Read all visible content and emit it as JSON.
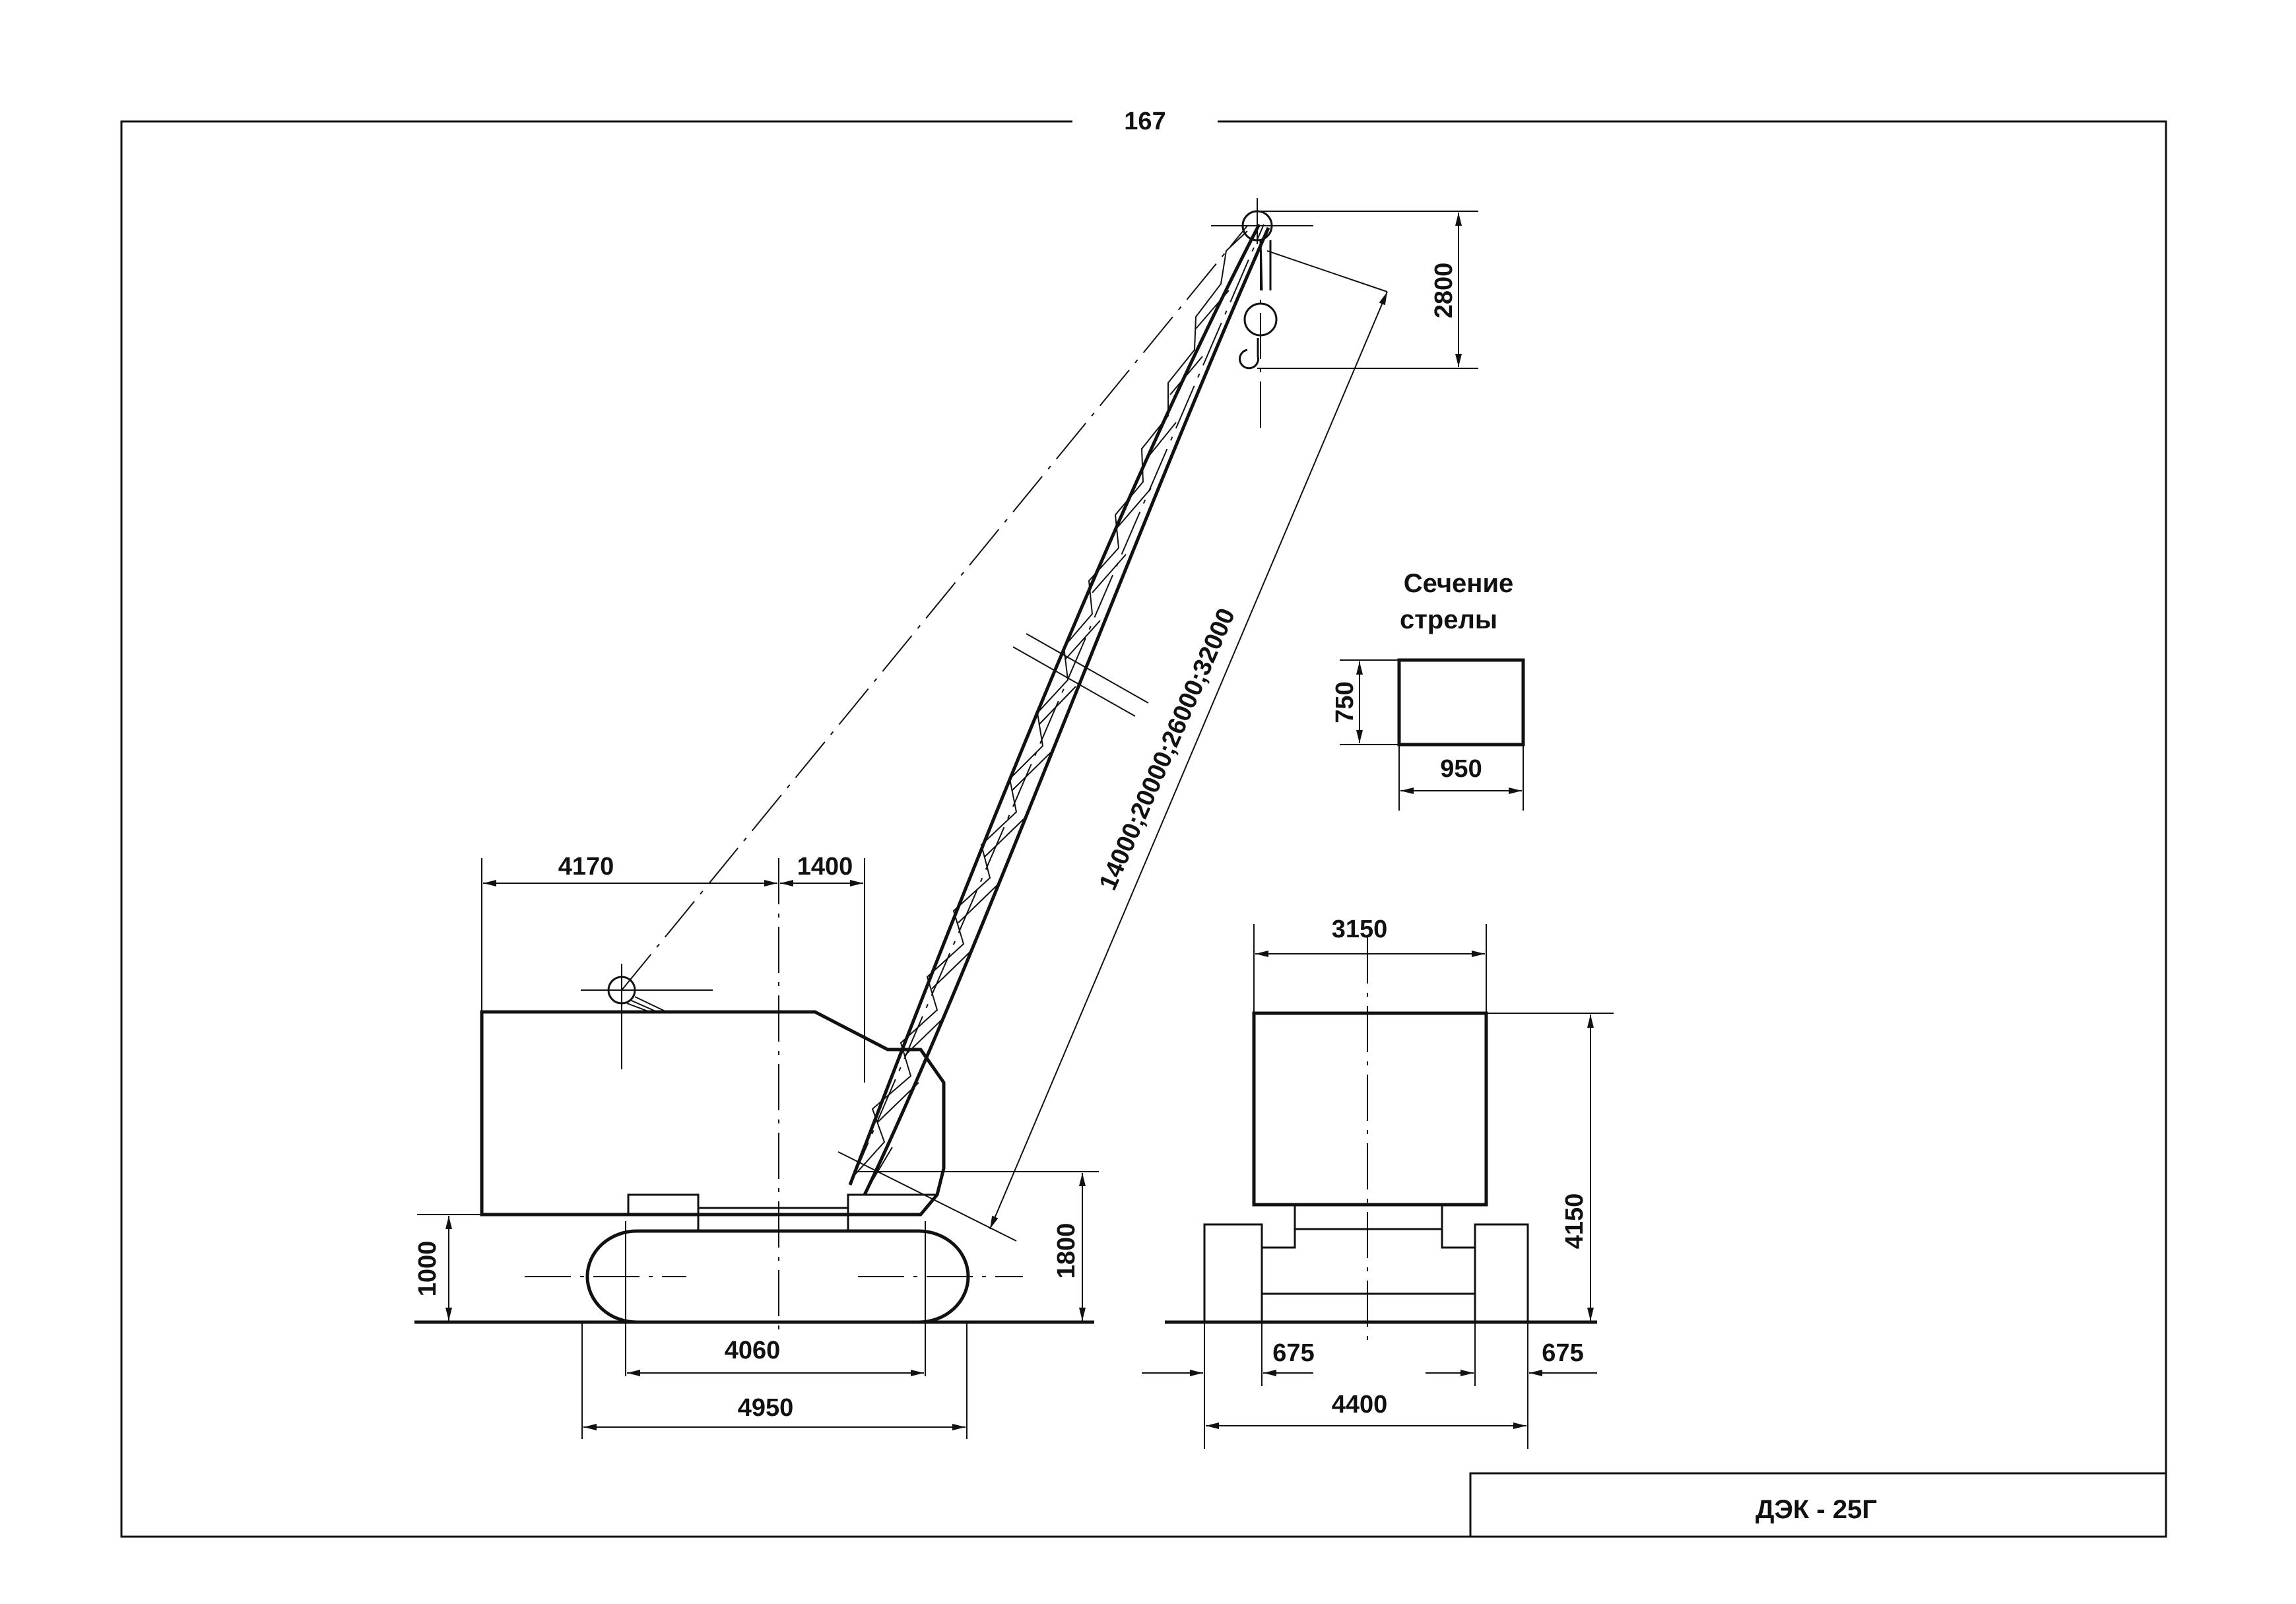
{
  "page_number": "167",
  "title_block": {
    "model": "ДЭК - 25Г"
  },
  "section_label": {
    "line1": "Сечение",
    "line2": "стрелы"
  },
  "dimensions": {
    "boom_length": "14000;20000;26000;32000",
    "hook_height": "2800",
    "rear_radius": "4170",
    "front_offset": "1400",
    "track_height": "1000",
    "boom_pivot_height": "1800",
    "track_base": "4060",
    "track_length": "4950",
    "front_width": "3150",
    "front_height": "4150",
    "track_width_left": "675",
    "track_width_right": "675",
    "overall_width": "4400",
    "section_height": "750",
    "section_width": "950"
  }
}
